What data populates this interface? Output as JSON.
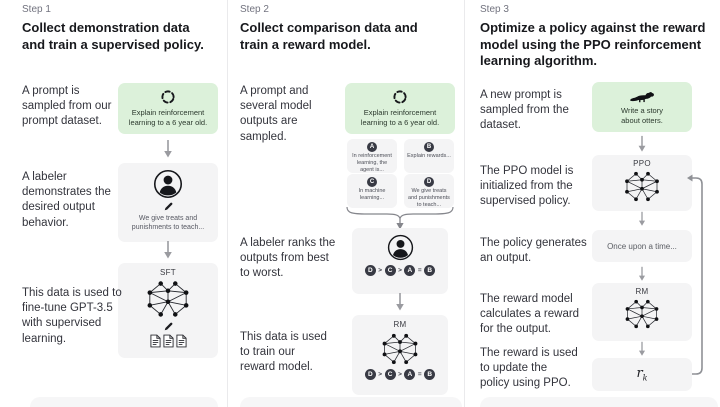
{
  "step1": {
    "label": "Step 1",
    "title": "Collect demonstration data and train a supervised policy.",
    "text_prompt": "A prompt is sampled from our prompt dataset.",
    "prompt_box": "Explain reinforcement learning to a 6 year old.",
    "text_labeler": "A labeler demonstrates the desired output behavior.",
    "labeler_box": "We give treats and punishments to teach...",
    "text_finetune": "This data is used to fine-tune GPT-3.5 with supervised learning.",
    "model_label": "SFT"
  },
  "step2": {
    "label": "Step 2",
    "title": "Collect comparison data and train a reward model.",
    "text_prompt": "A prompt and several model outputs are sampled.",
    "prompt_box": "Explain reinforcement learning to a 6 year old.",
    "outputs": [
      {
        "letter": "A",
        "text": "In reinforcement learning, the agent is..."
      },
      {
        "letter": "B",
        "text": "Explain rewards..."
      },
      {
        "letter": "C",
        "text": "In machine learning..."
      },
      {
        "letter": "D",
        "text": "We give treats and punishments to teach..."
      }
    ],
    "text_rank": "A labeler ranks the outputs from best to worst.",
    "ranking": [
      "D",
      ">",
      "C",
      ">",
      "A",
      "=",
      "B"
    ],
    "text_train": "This data is used to train our reward model.",
    "model_label": "RM"
  },
  "step3": {
    "label": "Step 3",
    "title": "Optimize a policy against the reward model using the PPO reinforcement learning algorithm.",
    "text_prompt": "A new prompt is sampled from the dataset.",
    "prompt_box": "Write a story about otters.",
    "text_ppo": "The PPO model is initialized from the supervised policy.",
    "ppo_label": "PPO",
    "text_output": "The policy generates an output.",
    "output_box": "Once upon a time...",
    "text_reward": "The reward model calculates a reward for the output.",
    "rm_label": "RM",
    "text_update": "The reward is used to update the policy using PPO.",
    "reward_r": "r",
    "reward_sub": "k"
  },
  "icons": {
    "cycle-icon": "broken/dashed circle (prompt sampling)",
    "labeler-icon": "person in circle",
    "pencil-icon": "pencil",
    "network-icon": "neural-network node mesh",
    "doc-icon": "document sheet",
    "otter-icon": "otter silhouette",
    "down-arrow-icon": "gray downward arrow",
    "brace-icon": "curly brace merging outputs",
    "loop-arrow-icon": "feedback loop arrow"
  },
  "colors": {
    "green_box": "#dcf1da",
    "gray_box": "#f4f4f5",
    "dark_circle": "#383a44",
    "title_text": "#17181c",
    "body_text": "#33343c",
    "arrow": "#9a9ba0",
    "divider": "#eaeaec"
  }
}
